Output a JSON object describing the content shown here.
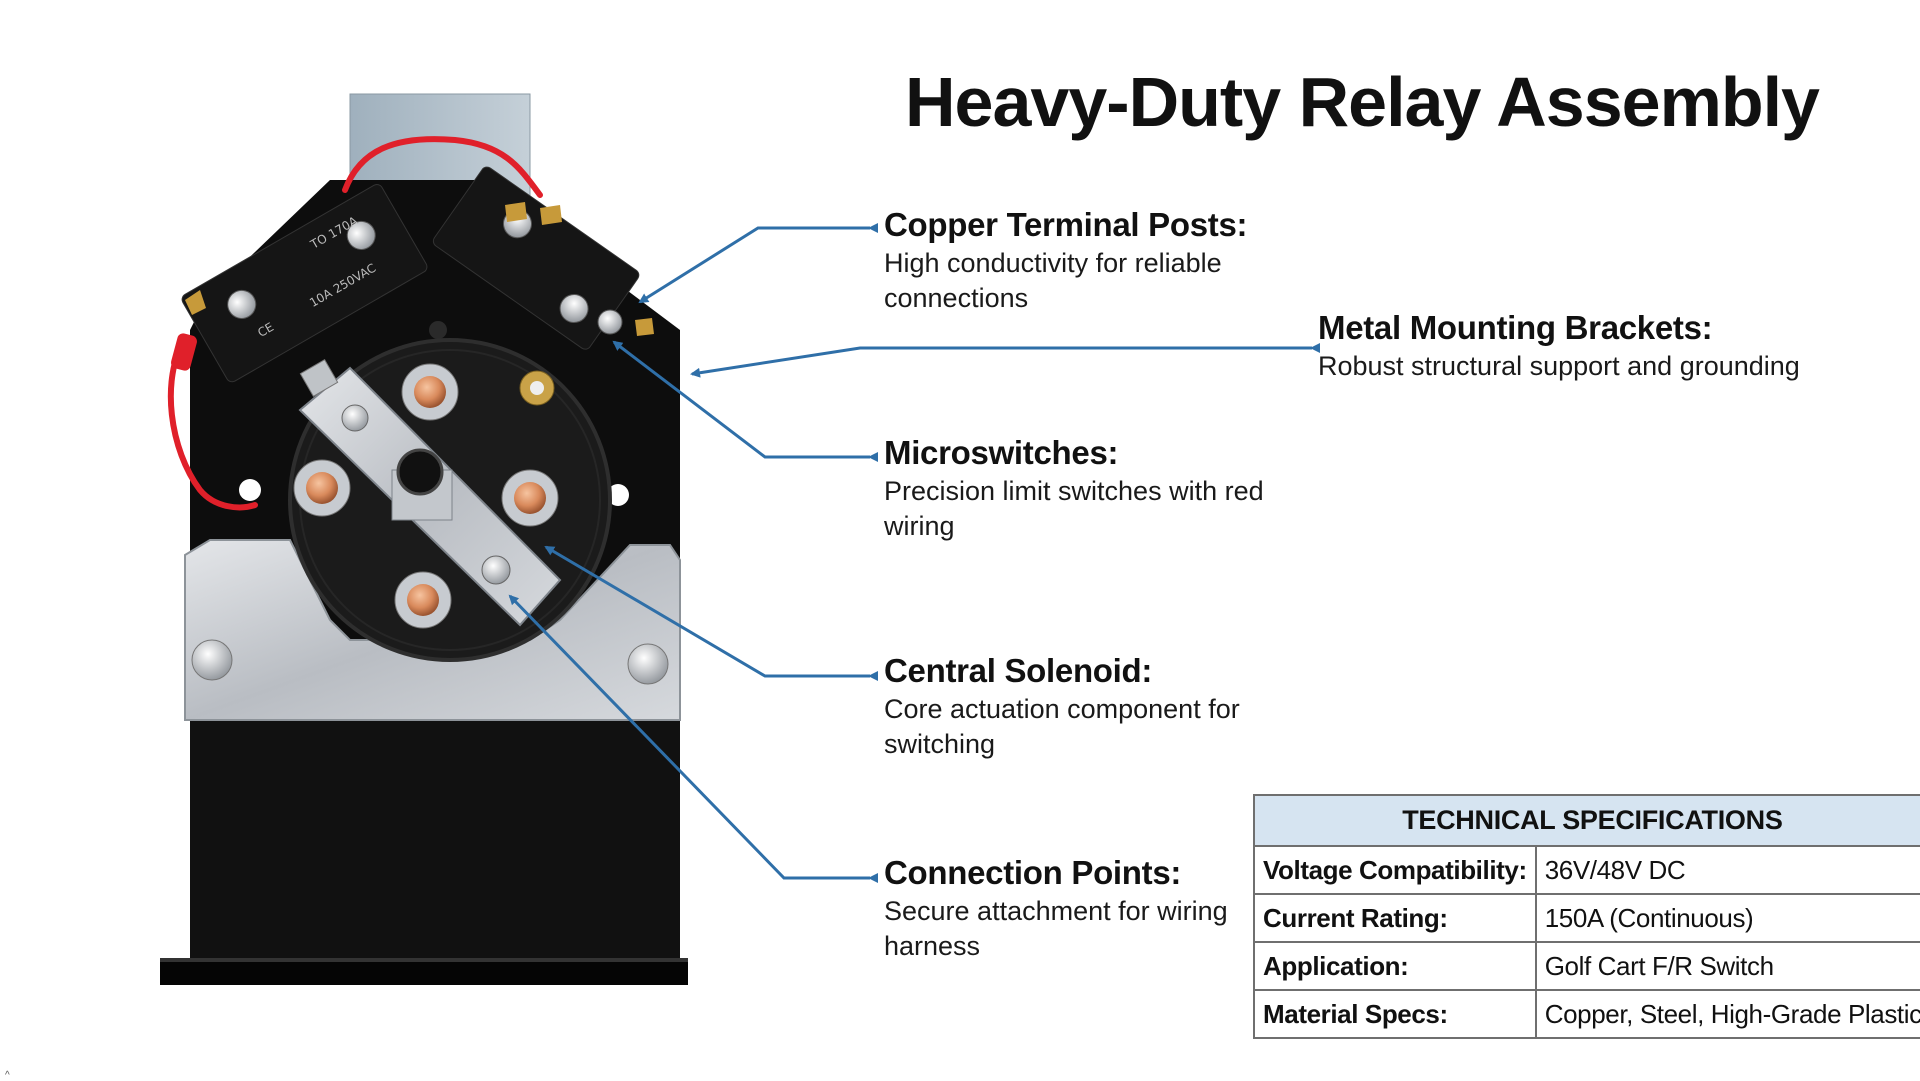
{
  "title": "Heavy-Duty Relay Assembly",
  "callouts": {
    "copper": {
      "title": "Copper Terminal Posts:",
      "desc": "High conductivity for reliable connections"
    },
    "brackets": {
      "title": "Metal Mounting Brackets:",
      "desc": "Robust structural support and grounding"
    },
    "microswitches": {
      "title": "Microswitches:",
      "desc": "Precision limit switches with red wiring"
    },
    "solenoid": {
      "title": "Central Solenoid:",
      "desc": "Core actuation component for switching"
    },
    "connection": {
      "title": "Connection Points:",
      "desc": "Secure attachment for wiring harness"
    }
  },
  "specs": {
    "header": "TECHNICAL SPECIFICATIONS",
    "rows": [
      {
        "label": "Voltage Compatibility:",
        "value": "36V/48V DC"
      },
      {
        "label": "Current Rating:",
        "value": "150A (Continuous)"
      },
      {
        "label": "Application:",
        "value": "Golf Cart F/R Switch"
      },
      {
        "label": "Material Specs:",
        "value": "Copper, Steel, High-Grade Plastic"
      }
    ]
  },
  "switch_labels": {
    "left_a": "TO 170A",
    "left_b": "10A 250VAC",
    "left_c": "CE"
  },
  "colors": {
    "arrow": "#2f6fa8",
    "copper": "#d98a5c",
    "red_wire": "#e0202a",
    "body": "#0d0d0d",
    "steel": "#c9ccd1",
    "table_header": "#d6e4f1"
  }
}
